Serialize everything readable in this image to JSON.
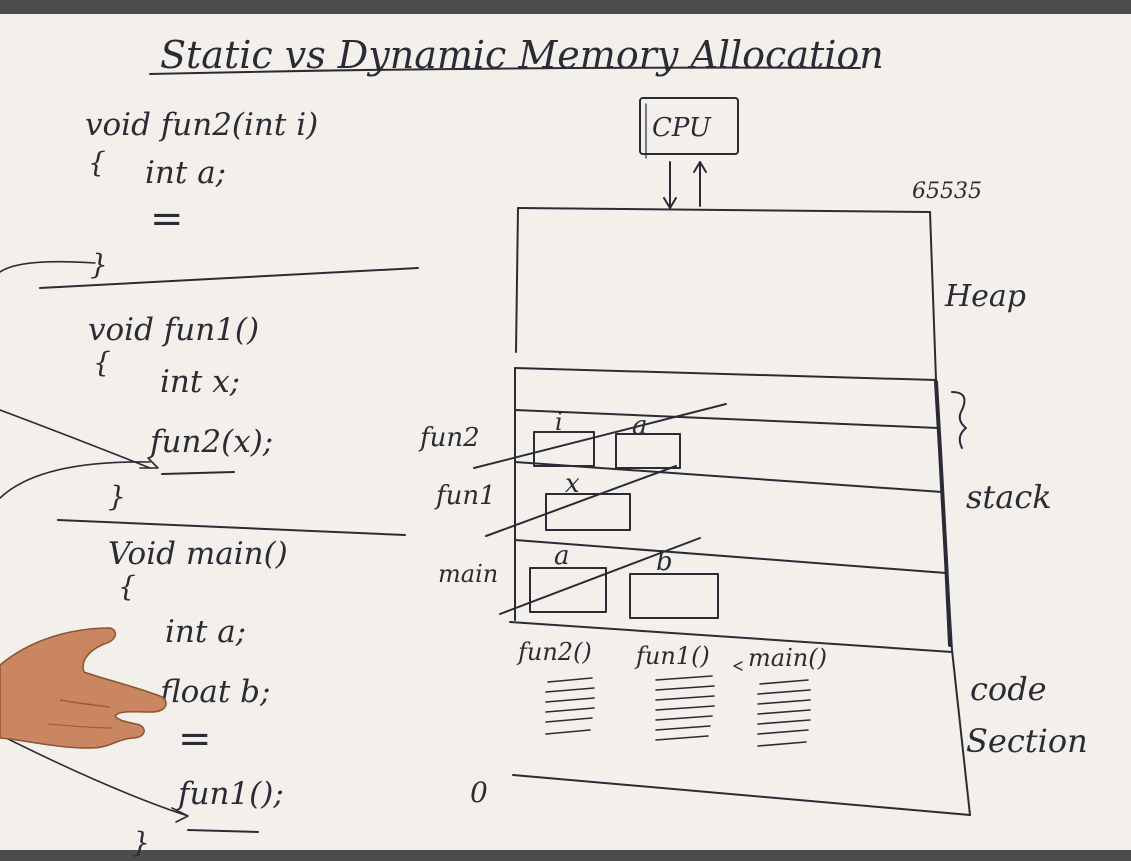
{
  "title": "Static vs Dynamic Memory Allocation",
  "code": {
    "fun2": {
      "signature": "void fun2(int i)",
      "open": "{",
      "decl": "int a;",
      "body": "=",
      "close": "}"
    },
    "fun1": {
      "signature": "void fun1()",
      "open": "{",
      "decl": "int x;",
      "call": "fun2(x);",
      "close": "}"
    },
    "main": {
      "signature": "Void main()",
      "open": "{",
      "decl1": "int a;",
      "decl2": "float b;",
      "body": "=",
      "call": "fun1();",
      "close": "}"
    }
  },
  "memory": {
    "cpu_label": "CPU",
    "top_address": "65535",
    "bottom_address": "0",
    "heap_label": "Heap",
    "stack_label": "stack",
    "code_label_1": "code",
    "code_label_2": "Section",
    "frames": [
      {
        "name": "fun2",
        "vars": [
          "i",
          "a"
        ]
      },
      {
        "name": "fun1",
        "vars": [
          "x"
        ]
      },
      {
        "name": "main",
        "vars": [
          "a",
          "b"
        ]
      }
    ],
    "code_section_functions": [
      "fun2()",
      "fun1()",
      "main()"
    ]
  }
}
